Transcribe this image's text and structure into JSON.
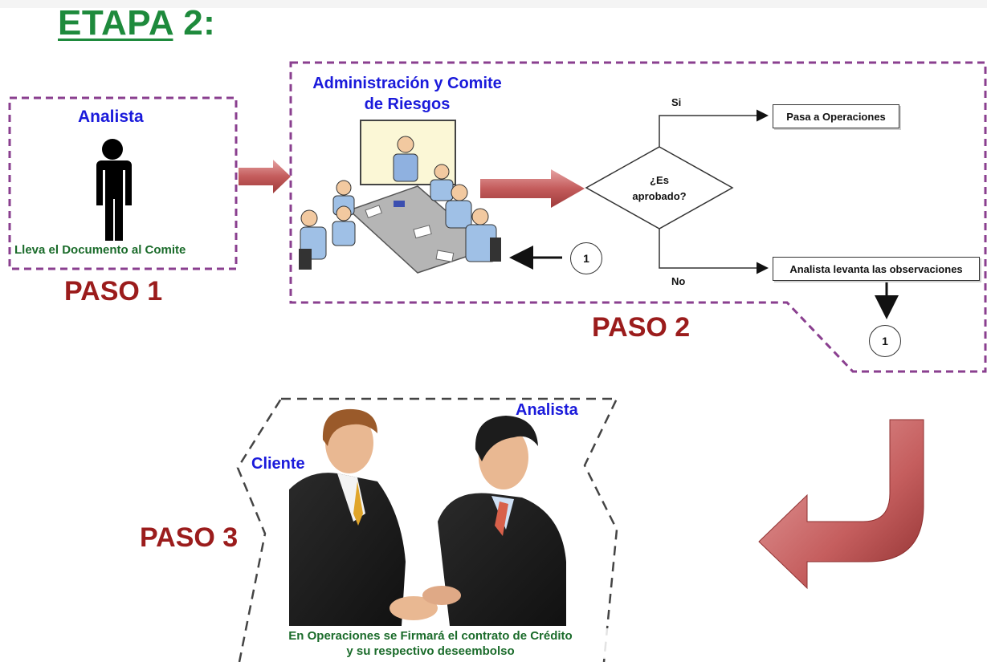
{
  "stage": {
    "prefix": "ETAPA",
    "number": "2:"
  },
  "step1": {
    "role": "Analista",
    "caption": "Lleva el Documento al Comite",
    "label": "PASO 1"
  },
  "step2": {
    "title_line1": "Administración y Comite",
    "title_line2": "de Riesgos",
    "decision_line1": "¿Es",
    "decision_line2": "aprobado?",
    "yes_label": "Si",
    "no_label": "No",
    "yes_result": "Pasa a Operaciones",
    "no_result": "Analista levanta las observaciones",
    "connector_a": "1",
    "connector_b": "1",
    "label": "PASO 2"
  },
  "step3": {
    "client_label": "Cliente",
    "analyst_label": "Analista",
    "caption_line1": "En Operaciones se Firmará el contrato de Crédito",
    "caption_line2": "y su respectivo deseembolso",
    "label": "PASO 3"
  },
  "colors": {
    "stage_title": "#1e8a3c",
    "step_label": "#9b1c1c",
    "role_label": "#1a1adb",
    "caption": "#1a6b2a",
    "purple_dash": "#8a3f8f",
    "arrow_red": "#c05a5a"
  }
}
